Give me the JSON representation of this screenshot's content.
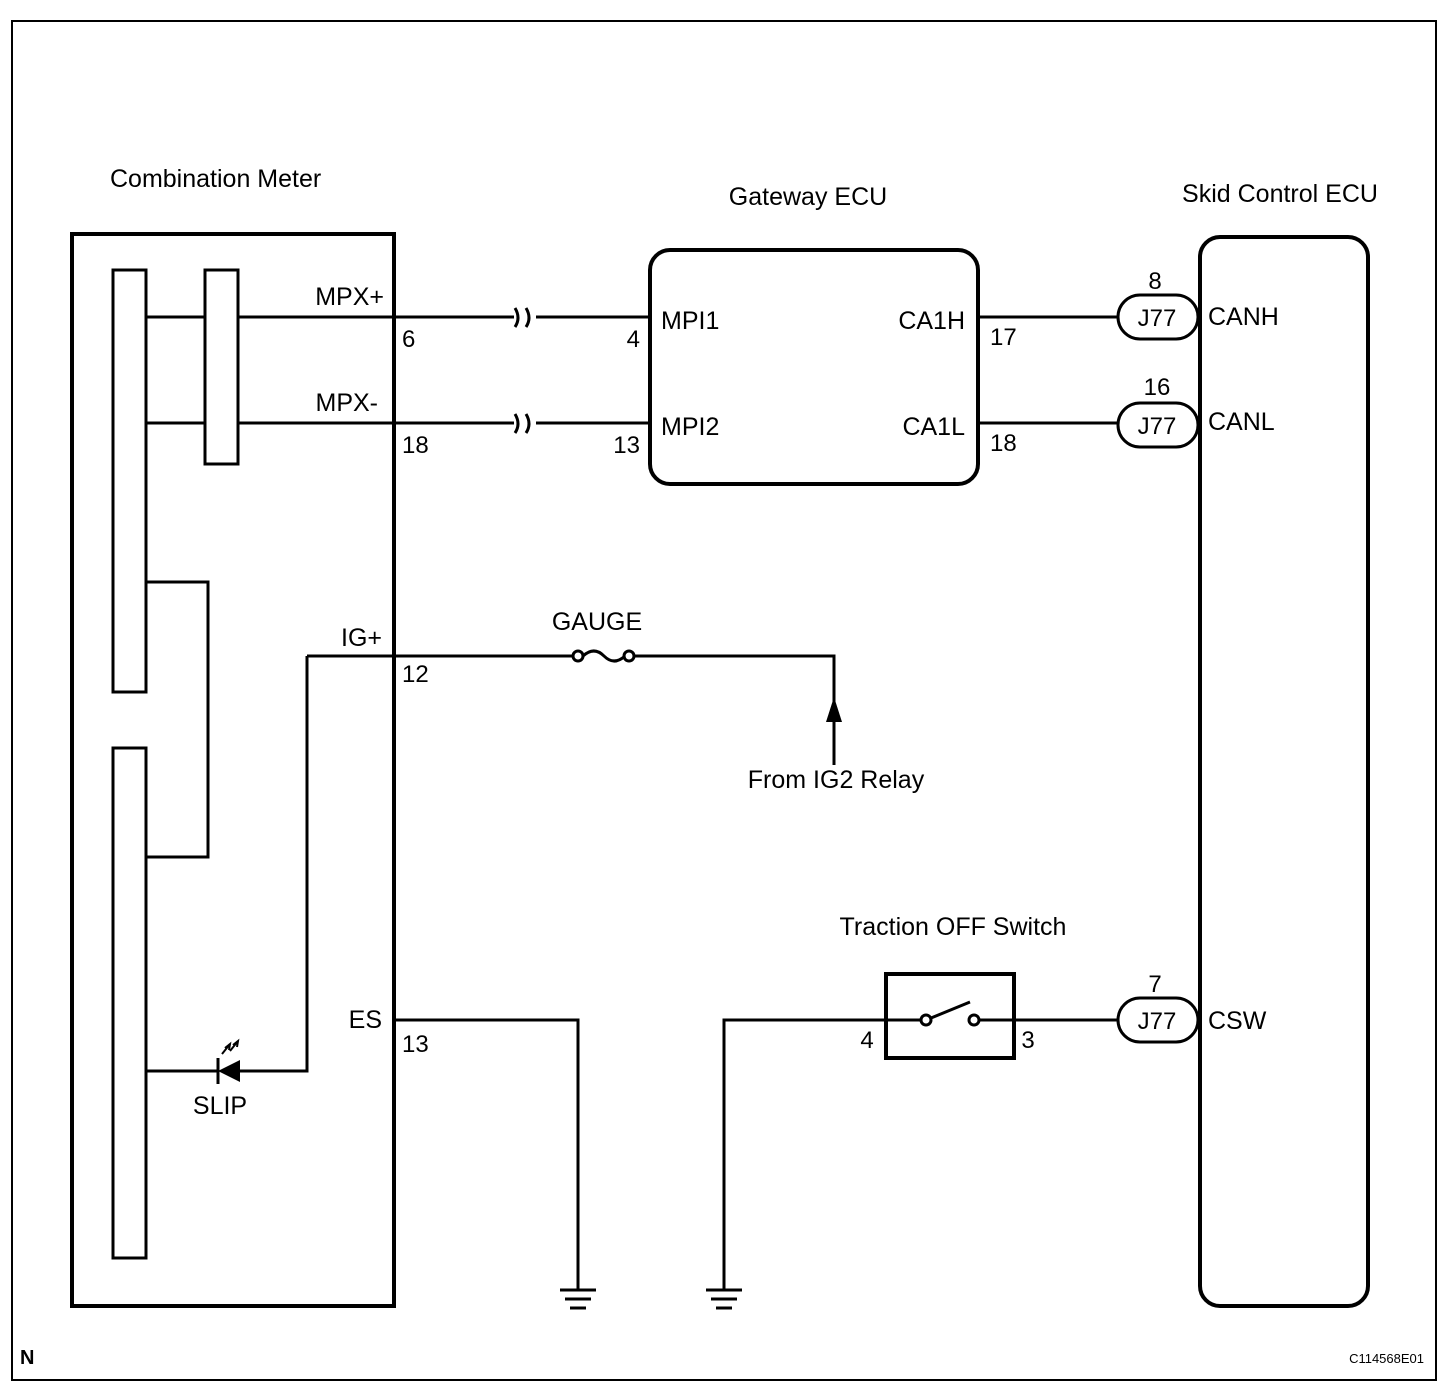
{
  "components": {
    "combination_meter": "Combination Meter",
    "gateway_ecu": "Gateway ECU",
    "skid_control_ecu": "Skid Control ECU",
    "traction_off_switch": "Traction OFF Switch",
    "gauge_fuse": "GAUGE",
    "ig2_relay_note": "From IG2 Relay",
    "slip_indicator": "SLIP"
  },
  "combination_meter_terminals": [
    {
      "name": "MPX+",
      "pin": "6"
    },
    {
      "name": "MPX-",
      "pin": "18"
    },
    {
      "name": "IG+",
      "pin": "12"
    },
    {
      "name": "ES",
      "pin": "13"
    }
  ],
  "gateway_terminals": [
    {
      "name": "MPI1",
      "pin": "4"
    },
    {
      "name": "MPI2",
      "pin": "13"
    },
    {
      "name": "CA1H",
      "pin": "17"
    },
    {
      "name": "CA1L",
      "pin": "18"
    }
  ],
  "skid_terminals": [
    {
      "name": "CANH",
      "pin": "8",
      "connector": "J77"
    },
    {
      "name": "CANL",
      "pin": "16",
      "connector": "J77"
    },
    {
      "name": "CSW",
      "pin": "7",
      "connector": "J77"
    }
  ],
  "switch_pins": [
    "4",
    "3"
  ],
  "footer": {
    "corner_code": "N",
    "figure_code": "C114568E01"
  }
}
